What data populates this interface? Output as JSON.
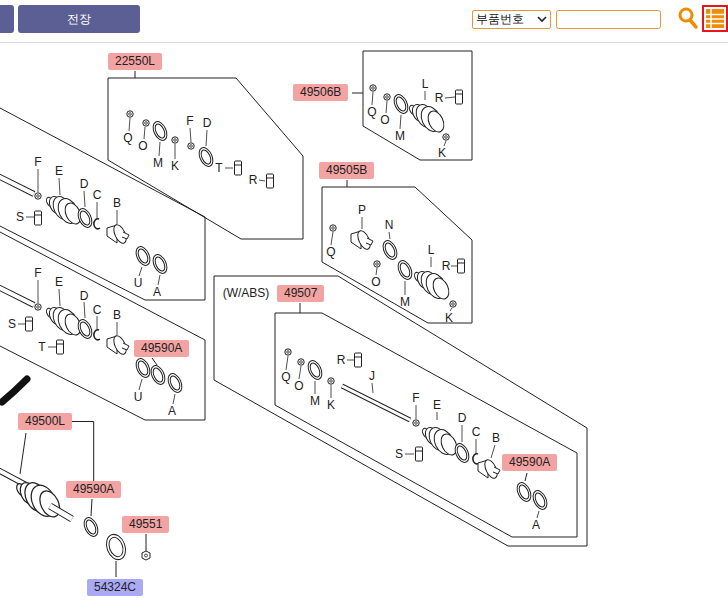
{
  "diagram": {
    "nodes": [
      {
        "text": [
          "전장"
        ]
      },
      {
        "text": [
          "부품번호"
        ]
      },
      {
        "text": [
          "22550L"
        ]
      },
      {
        "text": [
          "49506B"
        ]
      },
      {
        "text": [
          "49505B"
        ]
      },
      {
        "text": [
          "49507"
        ]
      },
      {
        "text": [
          "49590A"
        ]
      },
      {
        "text": [
          "49500L"
        ]
      },
      {
        "text": [
          "49590A"
        ]
      },
      {
        "text": [
          "49590A"
        ]
      },
      {
        "text": [
          "49551"
        ]
      },
      {
        "text": [
          "54324C"
        ]
      }
    ],
    "edges": [
      {
        "from": 7,
        "to": 9,
        "arrow": "none"
      }
    ],
    "labels": [
      "(W/ABS)",
      "Q",
      "O",
      "M",
      "K",
      "F",
      "D",
      "T",
      "R",
      "Q",
      "O",
      "M",
      "L",
      "R",
      "K",
      "P",
      "N",
      "Q",
      "O",
      "M",
      "L",
      "R",
      "K",
      "Q",
      "O",
      "M",
      "K",
      "R",
      "J",
      "F",
      "E",
      "D",
      "C",
      "B",
      "S",
      "A",
      "F",
      "E",
      "D",
      "C",
      "B",
      "S",
      "U",
      "A",
      "F",
      "E",
      "D",
      "C",
      "B",
      "S",
      "T",
      "U",
      "A"
    ]
  }
}
